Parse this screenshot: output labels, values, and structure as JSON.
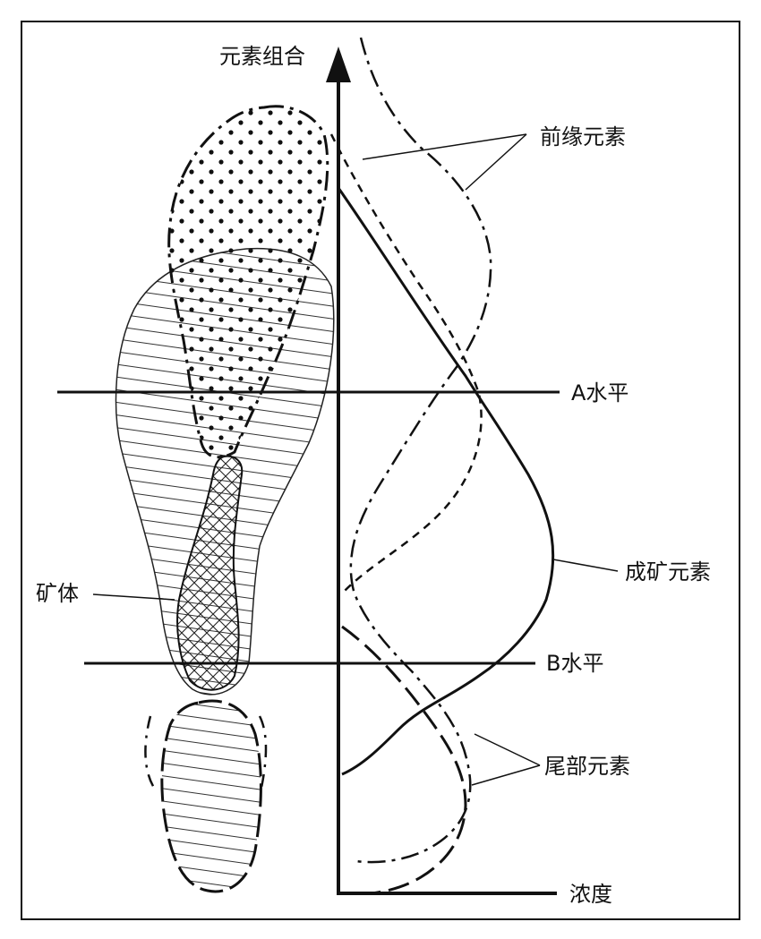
{
  "labels": {
    "y_axis": "元素组合",
    "x_axis": "浓度",
    "front_elements": "前缘元素",
    "ore_elements": "成矿元素",
    "tail_elements": "尾部元素",
    "ore_body": "矿体",
    "level_a": "A水平",
    "level_b": "B水平"
  },
  "colors": {
    "ink": "#111111",
    "background": "#ffffff"
  }
}
